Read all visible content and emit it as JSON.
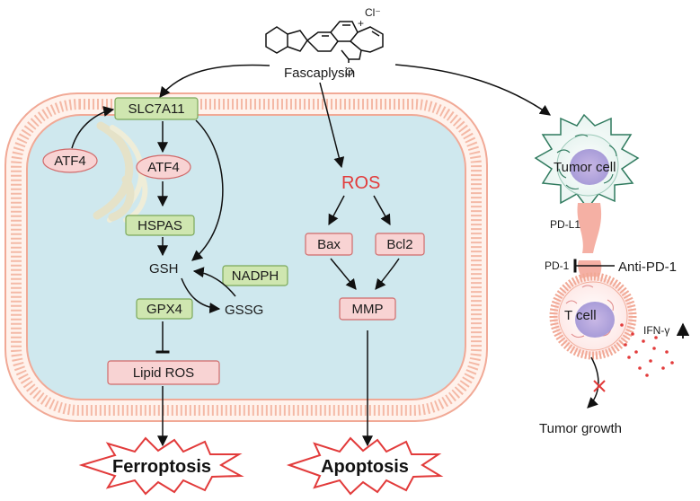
{
  "compound": {
    "name": "Fascaplysin",
    "counterion": "Cl⁻",
    "charge": "+",
    "carbonyl": "O"
  },
  "ferroptosis": {
    "slc7a11": "SLC7A11",
    "atf4_outer": "ATF4",
    "atf4_inner": "ATF4",
    "hspas": "HSPAS",
    "gsh": "GSH",
    "nadph": "NADPH",
    "gpx4": "GPX4",
    "gssg": "GSSG",
    "lipid_ros": "Lipid ROS",
    "outcome": "Ferroptosis"
  },
  "apoptosis": {
    "ros": "ROS",
    "bax": "Bax",
    "bcl2": "Bcl2",
    "mmp": "MMP",
    "outcome": "Apoptosis"
  },
  "immune": {
    "tumor_cell": "Tumor cell",
    "pd_l1": "PD-L1",
    "pd_1": "PD-1",
    "anti_pd_1": "Anti-PD-1",
    "t_cell": "T  cell",
    "ifn": "IFN-γ",
    "tumor_growth": "Tumor growth"
  },
  "colors": {
    "membrane": "#f5b9a8",
    "cytoplasm": "#cfe8ee",
    "green_box": "#cfe6b0",
    "pink_box": "#f8d3d3",
    "red": "#e23b3b",
    "er": "#e5e2c8"
  }
}
